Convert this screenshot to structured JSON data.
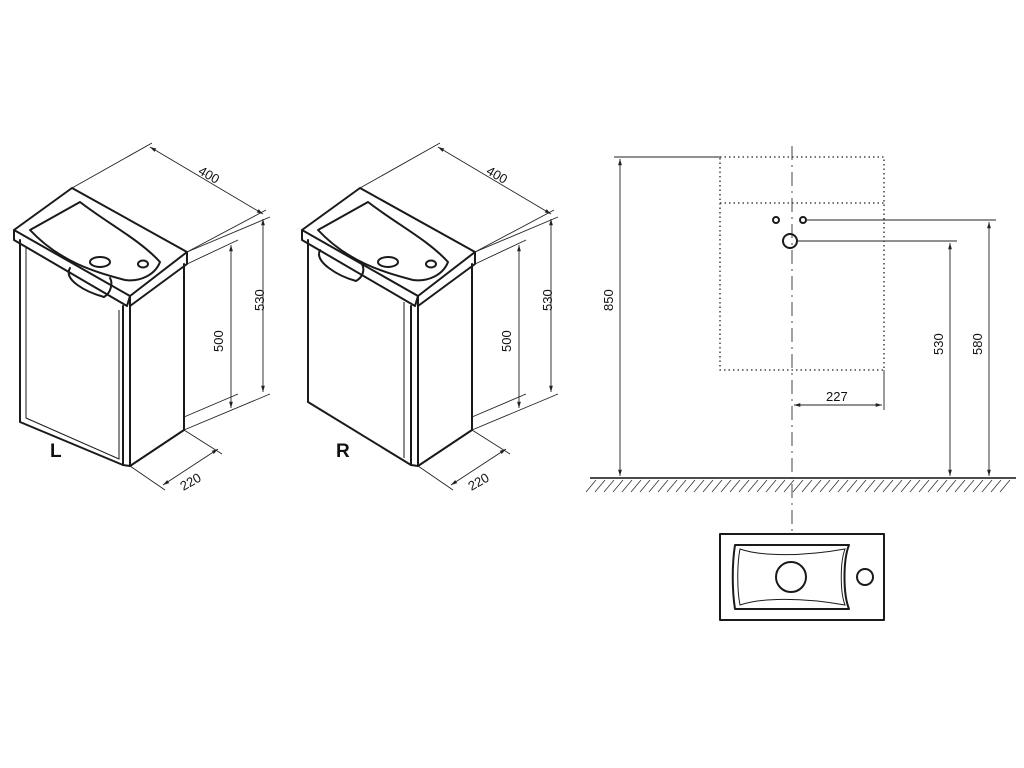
{
  "views": {
    "left_cabinet": {
      "variant_label": "L",
      "dims": {
        "width": "400",
        "overall_height": "530",
        "cabinet_height": "500",
        "depth": "220"
      }
    },
    "right_cabinet": {
      "variant_label": "R",
      "dims": {
        "width": "400",
        "overall_height": "530",
        "cabinet_height": "500",
        "depth": "220"
      }
    },
    "front_elevation": {
      "dims": {
        "mount_height": "850",
        "drain_height": "530",
        "supply_height": "580",
        "drain_offset": "227"
      }
    }
  }
}
